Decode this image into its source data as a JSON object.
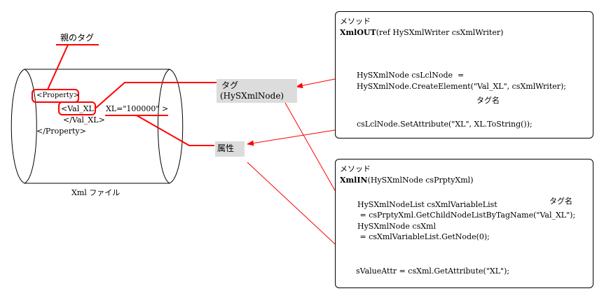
{
  "left": {
    "parent_tag_label": "親のタグ",
    "open_tag": "<Property>",
    "val_tag": "<Val_XL",
    "attr_text": "XL=\"100000\" >",
    "close_val_tag": "</Val_XL>",
    "close_tag": "</Property>",
    "file_caption": "Xml ファイル"
  },
  "middle": {
    "tag_label_line1": "タグ",
    "tag_label_line2": "(HySXmlNode)",
    "attr_label": "属性"
  },
  "method_out": {
    "heading": "メソッド",
    "signature_name": "XmlOUT",
    "signature_rest": "(ref HySXmlWriter csXmlWriter)",
    "line1": "HySXmlNode csLclNode  =",
    "line2": "HySXmlNode.CreateElement(\"Val_XL\", csXmlWriter);",
    "tag_name_label": "タグ名",
    "line3": "csLclNode.SetAttribute(\"XL\", XL.ToString());"
  },
  "method_in": {
    "heading": "メソッド",
    "signature_name": "XmlIN",
    "signature_rest": "(HySXmlNode csPrptyXml)",
    "line1": "HySXmlNodeList csXmlVariableList",
    "line2": " = csPrptyXml.GetChildNodeListByTagName(\"Val_XL\");",
    "tag_name_label": "タグ名",
    "line3": "HySXmlNode csXml",
    "line4": " = csXmlVariableList.GetNode(0);",
    "line5": "sValueAttr = csXml.GetAttribute(\"XL\");"
  },
  "colors": {
    "accent": "#ff0000",
    "highlight": "#dcdcdc"
  }
}
